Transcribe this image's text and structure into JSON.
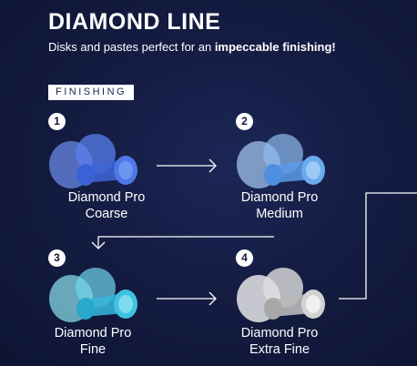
{
  "title": "DIAMOND LINE",
  "subtitle": {
    "prefix": "Disks and pastes perfect for an ",
    "emphasis": "impeccable finishing!"
  },
  "badge": "FINISHING",
  "steps": [
    {
      "number": "1",
      "line1": "Diamond Pro",
      "line2": "Coarse",
      "color": "#3f6fe0"
    },
    {
      "number": "2",
      "line1": "Diamond Pro",
      "line2": "Medium",
      "color": "#5aa0e8"
    },
    {
      "number": "3",
      "line1": "Diamond Pro",
      "line2": "Fine",
      "color": "#3fc7e0"
    },
    {
      "number": "4",
      "line1": "Diamond Pro",
      "line2": "Extra Fine",
      "color": "#d0d0d0"
    }
  ]
}
